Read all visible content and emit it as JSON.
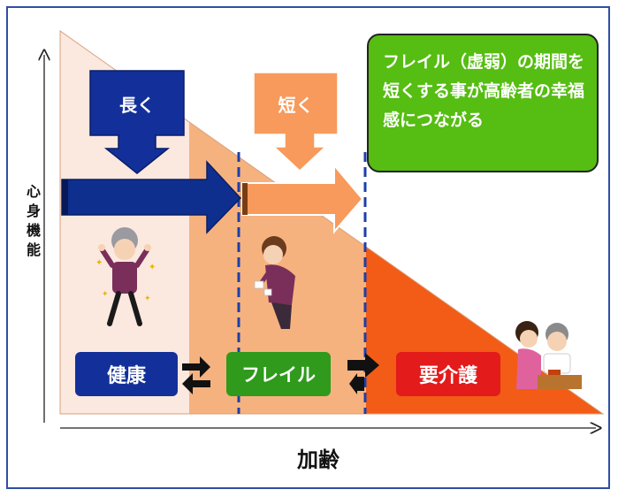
{
  "y_axis_label": [
    "心",
    "身",
    "機",
    "能"
  ],
  "x_axis_label": "加齢",
  "long_label": "長く",
  "short_label": "短く",
  "note_lines": [
    "フレイル（虚弱）の期間を",
    "短くする事が高齢者の幸福",
    "感につながる"
  ],
  "stages": [
    "健康",
    "フレイル",
    "要介護"
  ],
  "colors": {
    "navy": "#0f2f8f",
    "orange_light": "#f6b27e",
    "orange_arrow": "#f79a5c",
    "red_orange": "#f25c16",
    "green": "#56bd12",
    "healthy_bg": "#fbe8df",
    "care_box": "#e31b1b",
    "frail_box": "#2f9a1c",
    "healthy_box": "#13309a",
    "dashed_line": "#1d3fa8"
  },
  "icons": [
    "elderly-woman-cheerful-icon",
    "elderly-woman-weak-icon",
    "caregiver-and-elderly-icon",
    "bidirectional-arrows-icon"
  ]
}
